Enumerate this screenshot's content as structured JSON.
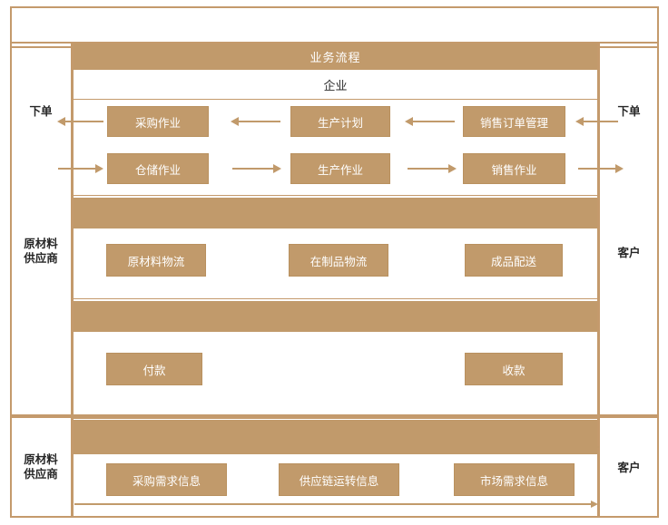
{
  "diagram": {
    "title_band": "业务流程",
    "subtitle_row": "企业",
    "left_column": {
      "top_label": "下单",
      "middle_label_line1": "原材料",
      "middle_label_line2": "供应商",
      "bottom_label_line1": "原材料",
      "bottom_label_line2": "供应商"
    },
    "right_column": {
      "top_label": "下单",
      "middle_label": "客户",
      "bottom_label": "客户"
    },
    "rows": {
      "planning": {
        "boxes": [
          "采购作业",
          "生产计划",
          "销售订单管理"
        ]
      },
      "operations": {
        "boxes": [
          "仓储作业",
          "生产作业",
          "销售作业"
        ]
      },
      "logistics": {
        "boxes": [
          "原材料物流",
          "在制品物流",
          "成品配送"
        ]
      },
      "finance": {
        "boxes": [
          "付款",
          "收款"
        ]
      },
      "information": {
        "boxes": [
          "采购需求信息",
          "供应链运转信息",
          "市场需求信息"
        ]
      }
    },
    "colors": {
      "brand_brown": "#c19a6b",
      "frame_line": "#c49a6c",
      "box_fill": "#c19a6b",
      "box_text": "#ffffff",
      "label_text": "#262626",
      "background": "#ffffff"
    }
  }
}
